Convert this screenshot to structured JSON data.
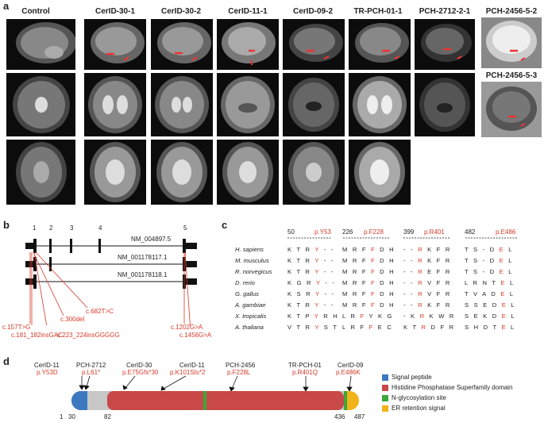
{
  "panel_a": {
    "letter": "a",
    "columns": [
      "Control",
      "CerID-30-1",
      "CerID-30-2",
      "CerID-11-1",
      "CerID-09-2",
      "TR-PCH-01-1",
      "PCH-2712-2-1",
      "PCH-2456-5-2"
    ],
    "extra_label": "PCH-2456-5-3"
  },
  "panel_b": {
    "letter": "b",
    "exon_numbers": [
      "1",
      "2",
      "3",
      "4",
      "5"
    ],
    "transcripts": [
      "NM_004897.5",
      "NM_001178117.1",
      "NM_001178118.1"
    ],
    "variants": [
      "c.157T>G",
      "c.181_182insGAC",
      "c.300del",
      "c.223_224insGGGGG",
      "c.682T>C",
      "c.1202G>A",
      "c.1456G>A"
    ]
  },
  "panel_c": {
    "letter": "c",
    "positions": [
      "50",
      "226",
      "399",
      "482"
    ],
    "mutations": [
      "p.Y53",
      "p.F228",
      "p.R401",
      "p.E486"
    ],
    "species": [
      "H. sapiens",
      "M. musculus",
      "R. norvegicus",
      "D. rerio",
      "G. gallus",
      "A. gambiae",
      "X. tropicalis",
      "A. thaliana"
    ],
    "blocks": [
      [
        "K T R Y - -",
        "K T R Y - -",
        "K T R Y - -",
        "K G R Y - -",
        "K S R Y - -",
        "K T R Y - -",
        "K T P Y R H",
        "V T R Y S T"
      ],
      [
        "M R F F D H",
        "M R F F D H",
        "M R F F D H",
        "M R F F D H",
        "M R F F D H",
        "M R F F D H",
        "L R F Y K G",
        "L R F F E C"
      ],
      [
        "- - R K F R",
        "- - R K F R",
        "- - R E F R",
        "- - R V F R",
        "- - R V F R",
        "- - R K F R",
        "- K R K W R",
        "K T R D F R"
      ],
      [
        "T S - D E L",
        "T S - D E L",
        "T S - D E L",
        "L R N T E L",
        "T V A D E L",
        "S S E D E L",
        "S E K D E L",
        "S H D T E L"
      ]
    ]
  },
  "panel_d": {
    "letter": "d",
    "callouts": [
      {
        "family": "CerID-11",
        "variant": "p.Y53D"
      },
      {
        "family": "PCH-2712",
        "variant": "p.L61*"
      },
      {
        "family": "CerID-30",
        "variant": "p.E75Gfs*30"
      },
      {
        "family": "CerID-11",
        "variant": "p.K101Sts*2"
      },
      {
        "family": "PCH-2456",
        "variant": "p.F228L"
      },
      {
        "family": "TR-PCH-01",
        "variant": "p.R401Q"
      },
      {
        "family": "CerID-09",
        "variant": "p.E486K"
      }
    ],
    "ticks": [
      "1",
      "30",
      "82",
      "436",
      "487"
    ],
    "legend": [
      {
        "label": "Signal peptide",
        "color": "#3c78c0"
      },
      {
        "label": "Histidine Phosphatase Superfamily domain",
        "color": "#c94848"
      },
      {
        "label": "N-glycosylation site",
        "color": "#3aa83a"
      },
      {
        "label": "ER retention signal",
        "color": "#f2b21a"
      }
    ]
  }
}
